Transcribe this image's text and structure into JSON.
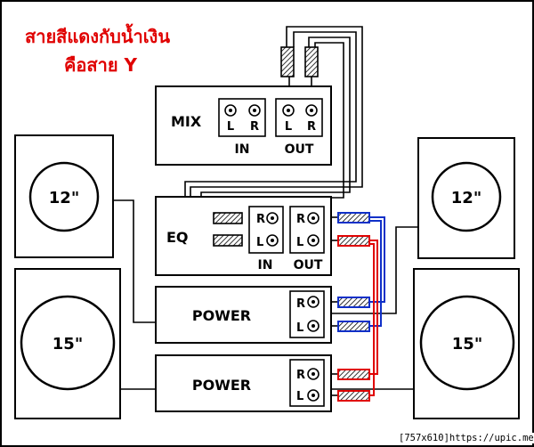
{
  "title": {
    "line1": "สายสีแดงกับน้ำเงิน",
    "line2": "คือสาย Y"
  },
  "mixer": {
    "label": "MIX",
    "in_label": "IN",
    "out_label": "OUT",
    "in_jacks": [
      "L",
      "R"
    ],
    "out_jacks": [
      "L",
      "R"
    ]
  },
  "equalizer": {
    "label": "EQ",
    "in_label": "IN",
    "out_label": "OUT",
    "in_jacks": [
      "R",
      "L"
    ],
    "out_jacks": [
      "R",
      "L"
    ]
  },
  "amplifiers": [
    {
      "label": "POWER",
      "jacks": [
        "R",
        "L"
      ]
    },
    {
      "label": "POWER",
      "jacks": [
        "R",
        "L"
      ]
    }
  ],
  "speakers": [
    {
      "size": "12\""
    },
    {
      "size": "12\""
    },
    {
      "size": "15\""
    },
    {
      "size": "15\""
    }
  ],
  "watermark": "[757x610]https://upic.me/",
  "colors": {
    "red_cable": "#e00000",
    "blue_cable": "#1030c8",
    "title": "#e00000",
    "line": "#000000"
  }
}
